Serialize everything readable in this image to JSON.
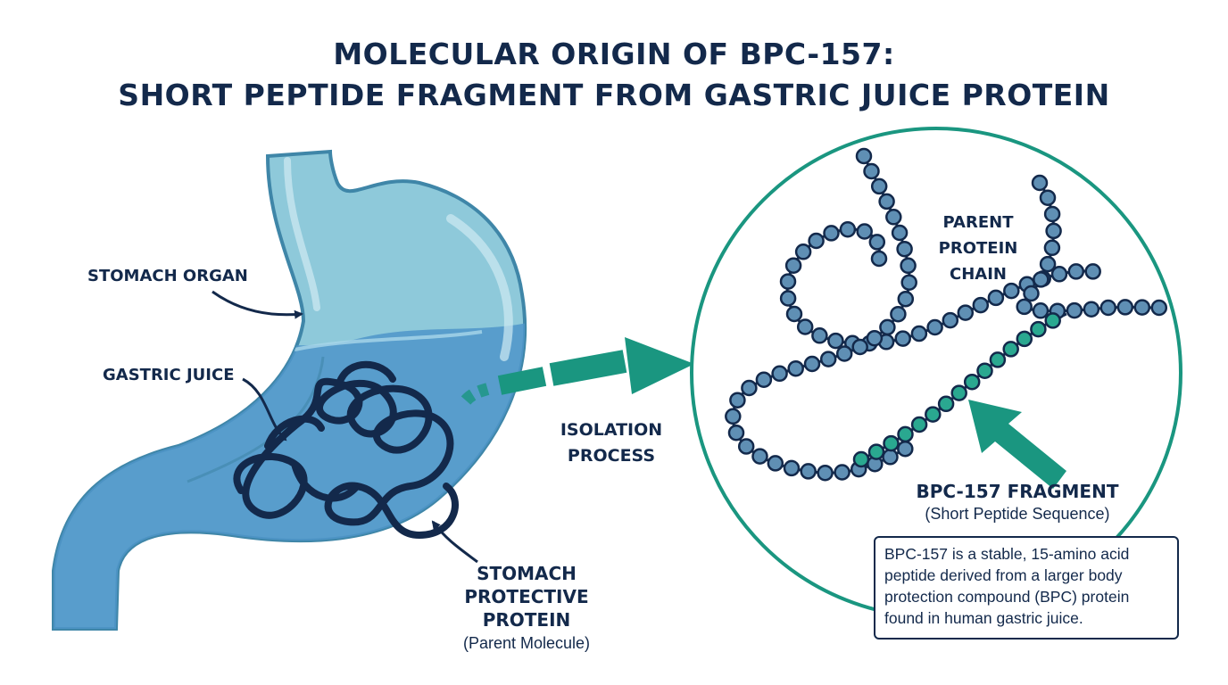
{
  "title": {
    "line1": "MOLECULAR ORIGIN OF BPC-157:",
    "line2": "SHORT PEPTIDE FRAGMENT FROM GASTRIC JUICE PROTEIN"
  },
  "labels": {
    "stomach_organ": "STOMACH ORGAN",
    "gastric_juice": "GASTRIC JUICE",
    "protective_protein_line1": "STOMACH",
    "protective_protein_line2": "PROTECTIVE PROTEIN",
    "protective_protein_sub": "(Parent Molecule)",
    "isolation_line1": "ISOLATION",
    "isolation_line2": "PROCESS",
    "parent_chain_line1": "PARENT",
    "parent_chain_line2": "PROTEIN",
    "parent_chain_line3": "CHAIN",
    "fragment_title": "BPC-157 FRAGMENT",
    "fragment_sub": "(Short Peptide Sequence)"
  },
  "caption": {
    "line1": "BPC-157 is a stable, 15-amino acid",
    "line2": "peptide derived from a larger body",
    "line3": "protection compound (BPC) protein",
    "line4": "found in human gastric juice."
  },
  "colors": {
    "navy": "#13294b",
    "teal": "#1a9680",
    "stomach_light": "#8ec9da",
    "stomach_fluid": "#4f95c9",
    "bead_parent": "#5f8fb4",
    "bead_fragment": "#2aa890"
  }
}
